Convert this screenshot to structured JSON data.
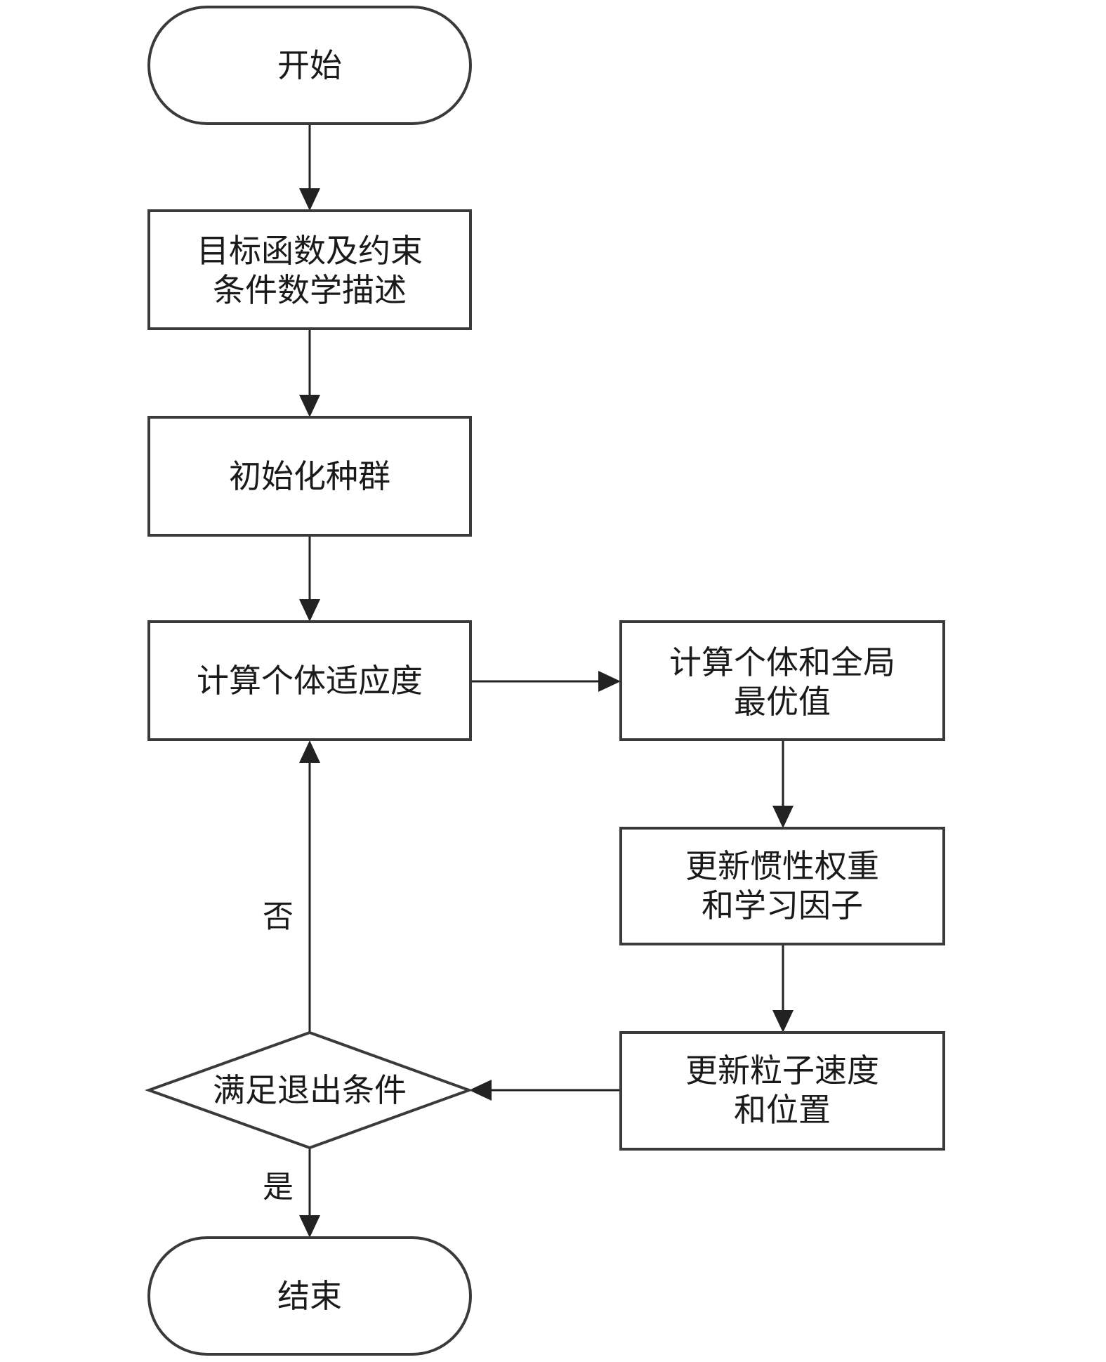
{
  "nodes": {
    "start": {
      "text": "开始"
    },
    "objective": {
      "line1": "目标函数及约束",
      "line2": "条件数学描述"
    },
    "init": {
      "text": "初始化种群"
    },
    "fitness": {
      "text": "计算个体适应度"
    },
    "best": {
      "line1": "计算个体和全局",
      "line2": "最优值"
    },
    "update_weights": {
      "line1": "更新惯性权重",
      "line2": "和学习因子"
    },
    "update_particles": {
      "line1": "更新粒子速度",
      "line2": "和位置"
    },
    "decision": {
      "text": "满足退出条件"
    },
    "end": {
      "text": "结束"
    }
  },
  "edge_labels": {
    "no": "否",
    "yes": "是"
  }
}
